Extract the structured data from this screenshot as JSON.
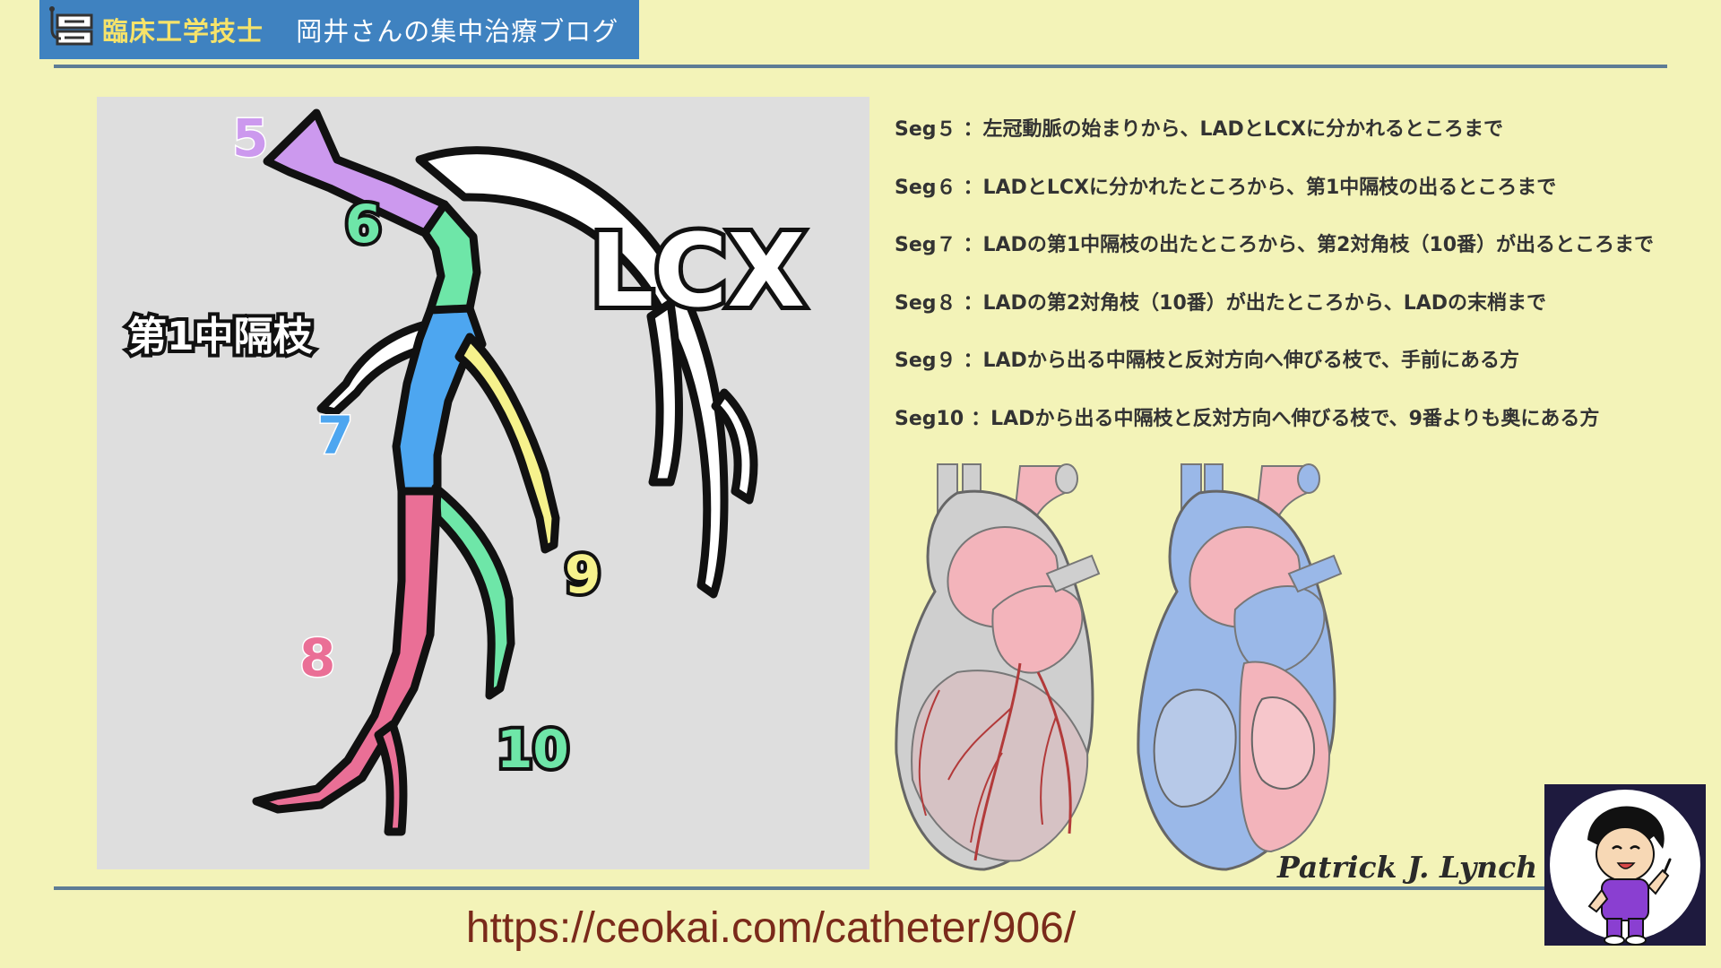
{
  "header": {
    "icon": "server-stethoscope-icon",
    "title_part1": "臨床工学技士",
    "title_part2": "岡井さんの集中治療ブログ"
  },
  "diagram": {
    "title": "LCX",
    "branch_label": "第1中隔枝",
    "numbers": {
      "n5": "5",
      "n6": "6",
      "n7": "7",
      "n8": "8",
      "n9": "9",
      "n10": "10"
    },
    "colors": {
      "seg5": "#cc99ee",
      "seg6": "#6ee6a8",
      "seg7": "#4da6f0",
      "seg8": "#ea6f96",
      "seg9": "#f6f28c",
      "seg10": "#6ee6a8",
      "lcx": "#ffffff"
    }
  },
  "segments": [
    {
      "code": "Seg５",
      "text": "：左冠動脈の始まりから、LADとLCXに分かれるところまで"
    },
    {
      "code": "Seg６",
      "text": "：LADとLCXに分かれたところから、第1中隔枝の出るところまで"
    },
    {
      "code": "Seg７",
      "text": "：LADの第1中隔枝の出たところから、第2対角枝（10番）が出るところまで"
    },
    {
      "code": "Seg８",
      "text": "：LADの第2対角枝（10番）が出たところから、LADの末梢まで"
    },
    {
      "code": "Seg９",
      "text": "：LADから出る中隔枝と反対方向へ伸びる枝で、手前にある方"
    },
    {
      "code": "Seg10",
      "text": "：LADから出る中隔枝と反対方向へ伸びる枝で、9番よりも奥にある方"
    }
  ],
  "credit": "Patrick J. Lynch",
  "url": "https://ceokai.com/catheter/906/",
  "avatar": "cartoon-avatar-icon"
}
